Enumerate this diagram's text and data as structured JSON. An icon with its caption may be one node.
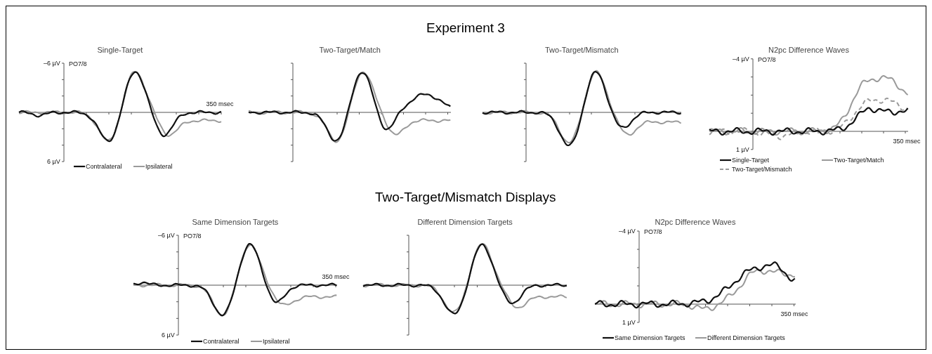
{
  "diagram": {
    "title": "Experiment 3",
    "labels": [
      "Single-Target",
      "–6 µV",
      "PO7/8",
      "350 msec",
      "6 µV",
      "Two-Target/Match",
      "Two-Target/Mismatch",
      "N2pc Difference Waves",
      "–4 µV",
      "PO7/8",
      "350 msec",
      "1 µV",
      "Two-Target/Mismatch Displays",
      "Same Dimension Targets",
      "–6 µV",
      "PO7/8",
      "350 msec",
      "6 µV",
      "Different Dimension Targets",
      "N2pc Difference Waves",
      "–4 µV",
      "PO7/8",
      "350 msec",
      "1 µV"
    ],
    "legend": [
      {
        "text": "Contralateral"
      },
      {
        "text": "Ipsilateral"
      },
      {
        "text": "Single-Target"
      },
      {
        "text": "Two-Target/Match"
      },
      {
        "text": "Two-Target/Mismatch"
      },
      {
        "text": "Contralateral"
      },
      {
        "text": "Ipsilateral"
      },
      {
        "text": "Same Dimension Targets"
      },
      {
        "text": "Different Dimension Targets"
      }
    ]
  }
}
